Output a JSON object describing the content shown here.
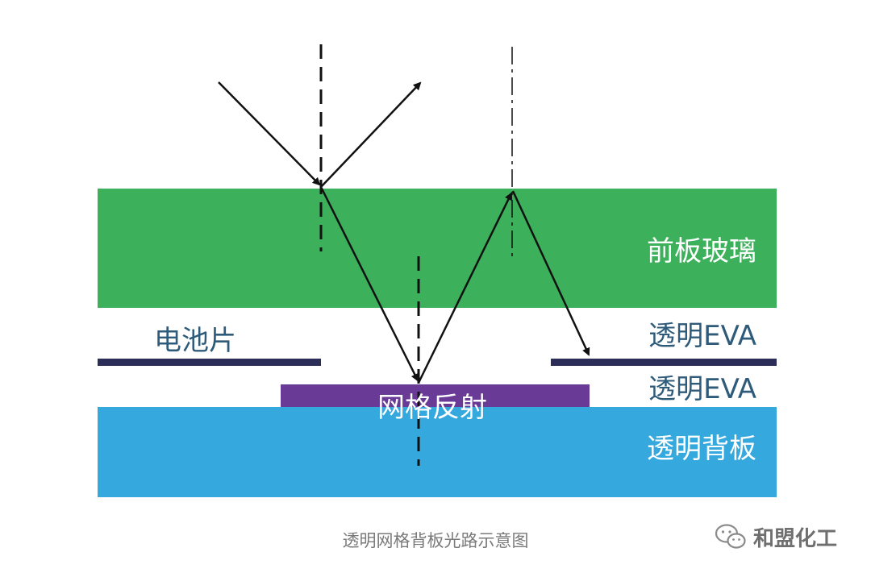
{
  "diagram": {
    "labels": {
      "front_glass": "前板玻璃",
      "eva_top": "透明EVA",
      "eva_bottom": "透明EVA",
      "back_sheet": "透明背板",
      "cell": "电池片",
      "grid_reflector": "网格反射"
    },
    "colors": {
      "front_glass": "#3cb05a",
      "back_sheet": "#35a9dd",
      "grid_reflector": "#6a3a97",
      "cell": "#2d2d5a",
      "ray": "#111111"
    }
  },
  "caption": "透明网格背板光路示意图",
  "watermark": {
    "text": "和盟化工",
    "icon": "wechat-icon"
  }
}
